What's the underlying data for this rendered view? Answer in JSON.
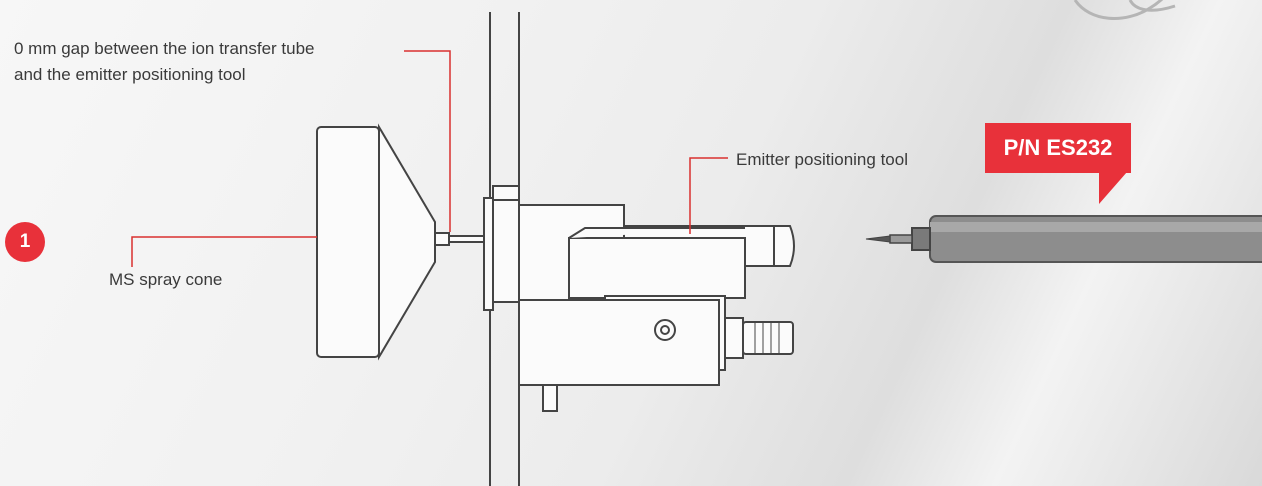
{
  "step": {
    "number": "1"
  },
  "labels": {
    "gap_line1": "0 mm gap between the ion transfer tube",
    "gap_line2": "and the emitter positioning tool",
    "emitter_tool": "Emitter positioning tool",
    "spray_cone": "MS spray cone"
  },
  "part_number": {
    "text": "P/N ES232"
  },
  "colors": {
    "accent_red": "#e8313a",
    "line_dark": "#444444",
    "leader_red": "#d9302f",
    "tube_gray": "#8a8a8a"
  },
  "icons": {
    "logo_swirl": "swirl-logo-icon"
  }
}
